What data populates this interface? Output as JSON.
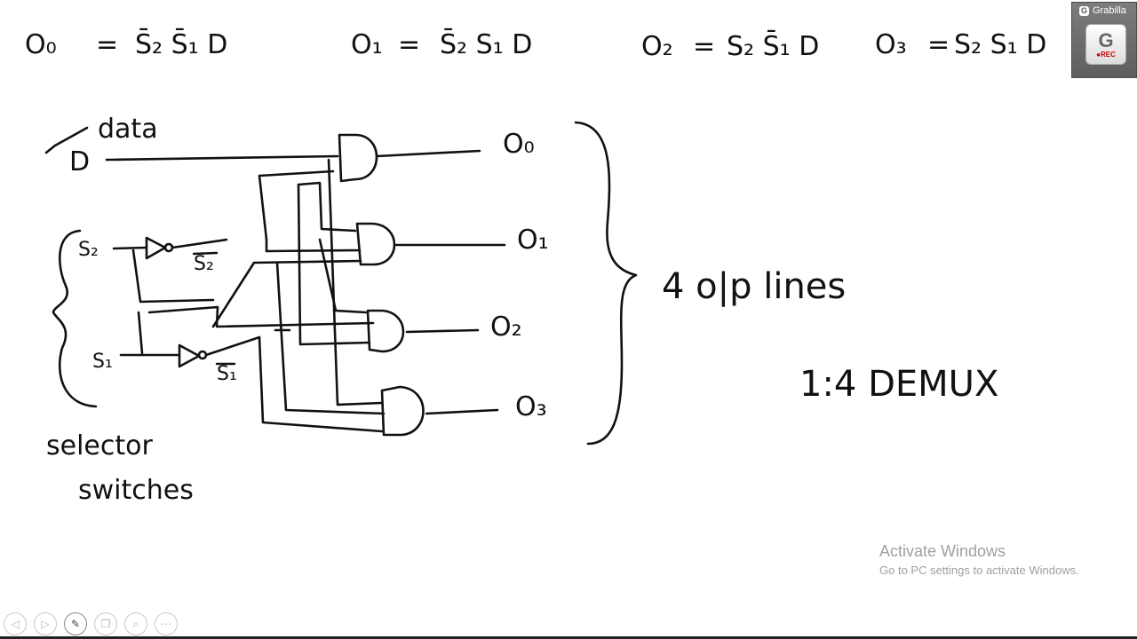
{
  "equations": [
    {
      "lhs": "O₀",
      "rhs": "S̄₂ S̄₁ D"
    },
    {
      "lhs": "O₁",
      "rhs": "S̄₂ S₁ D"
    },
    {
      "lhs": "O₂",
      "rhs": "S₂ S̄₁ D"
    },
    {
      "lhs": "O₃",
      "rhs": "S₂ S₁ D"
    }
  ],
  "eq_eq": "=",
  "circuit": {
    "data_label": "data",
    "d_label": "D",
    "s2_label": "S₂",
    "s1_label": "S₁",
    "s2_bar_label": "S₂",
    "s1_bar_label": "S₁",
    "outputs": [
      "O₀",
      "O₁",
      "O₂",
      "O₃"
    ],
    "selector_label_line1": "selector",
    "selector_label_line2": "switches"
  },
  "notes": {
    "op_lines": "4 o|p lines",
    "demux": "1:4 DEMUX"
  },
  "grabilla": {
    "title": "Grabilla",
    "logo": "G",
    "rec": "●REC"
  },
  "watermark": {
    "line1": "Activate Windows",
    "line2": "Go to PC settings to activate Windows."
  },
  "toolbar": [
    {
      "icon": "arrow-left-icon",
      "glyph": "◁"
    },
    {
      "icon": "arrow-right-icon",
      "glyph": "▷"
    },
    {
      "icon": "pen-icon",
      "glyph": "✎",
      "active": true
    },
    {
      "icon": "pages-icon",
      "glyph": "❐"
    },
    {
      "icon": "zoom-icon",
      "glyph": "⌕"
    },
    {
      "icon": "more-icon",
      "glyph": "⋯"
    }
  ]
}
